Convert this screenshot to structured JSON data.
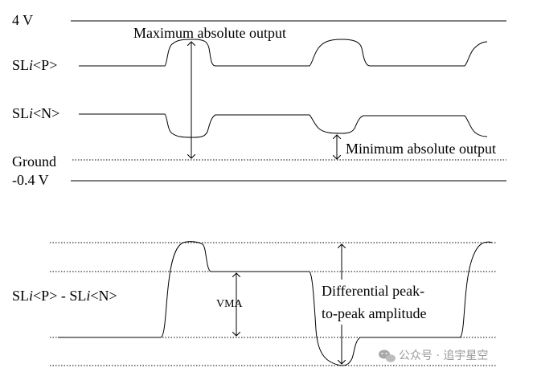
{
  "top_diagram": {
    "rail_high_label": "4 V",
    "rail_low_label": "-0.4 V",
    "ground_label": "Ground",
    "sl_p_label": {
      "prefix": "SL",
      "index": "i",
      "suffix": "<P>"
    },
    "sl_n_label": {
      "prefix": "SL",
      "index": "i",
      "suffix": "<N>"
    },
    "max_output_label": "Maximum absolute output",
    "min_output_label": "Minimum absolute output"
  },
  "bottom_diagram": {
    "diff_label": {
      "p_prefix": "SL",
      "p_index": "i",
      "p_suffix": "<P> - ",
      "n_prefix": "SL",
      "n_index": "i",
      "n_suffix": "<N>"
    },
    "vma_label": "VMA",
    "peak_to_peak_line1": "Differential peak-",
    "peak_to_peak_line2": "to-peak amplitude"
  },
  "watermark": {
    "text": "公众号 · 追宇星空"
  }
}
